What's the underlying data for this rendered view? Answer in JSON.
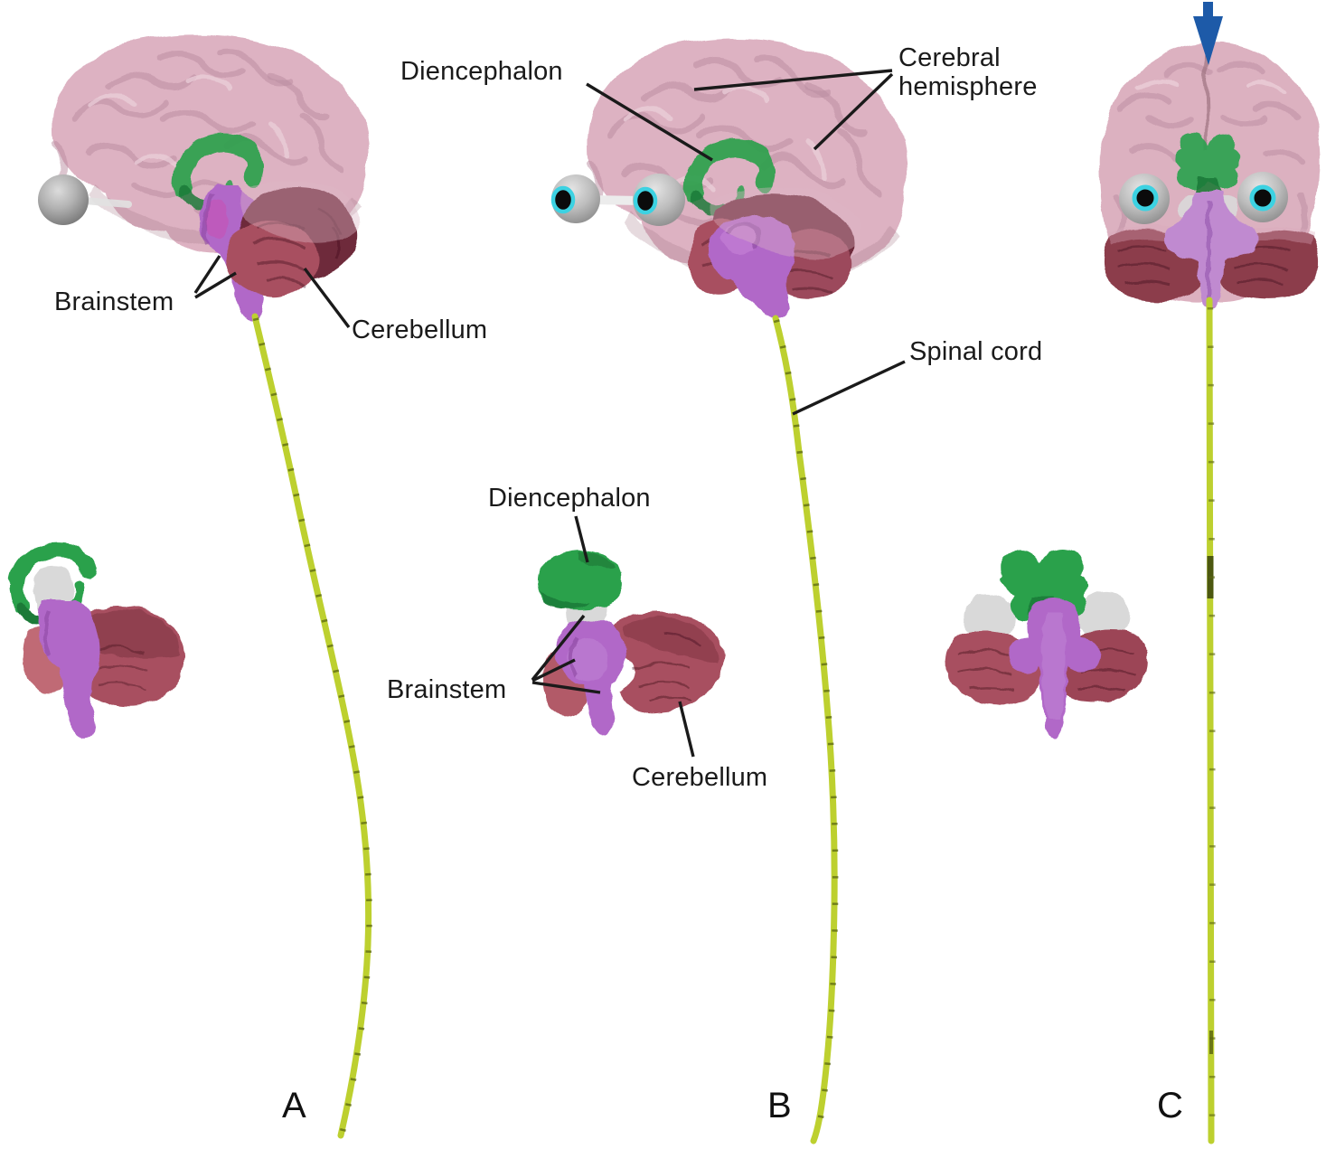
{
  "figure": {
    "description": "Three views of the brain and spinal cord: A lateral view, B lateral view with eyes, C frontal view, each with an isolated brainstem model below",
    "panels": {
      "a": {
        "letter": "A",
        "labels": {
          "brainstem": "Brainstem",
          "cerebellum": "Cerebellum"
        }
      },
      "b": {
        "letter": "B",
        "labels": {
          "diencephalon_top": "Diencephalon",
          "cerebral_hemisphere": "Cerebral hemisphere",
          "spinal_cord": "Spinal cord",
          "diencephalon_bottom": "Diencephalon",
          "brainstem": "Brainstem",
          "cerebellum": "Cerebellum"
        }
      },
      "c": {
        "letter": "C"
      }
    },
    "colors": {
      "cerebral_hemisphere": "#d9aabb",
      "diencephalon_green": "#2aa14c",
      "brainstem_purple": "#b168c8",
      "midbrain_white": "#d9d9d9",
      "cerebellum_red": "#a85060",
      "cerebellum_dark": "#6e2a3a",
      "spinal_cord_yellow": "#bdd02f",
      "eye_gray": "#ababab",
      "iris_cyan": "#3cd2e2",
      "arrow_blue": "#1d5aa8",
      "label_text": "#1a1a1a"
    }
  }
}
